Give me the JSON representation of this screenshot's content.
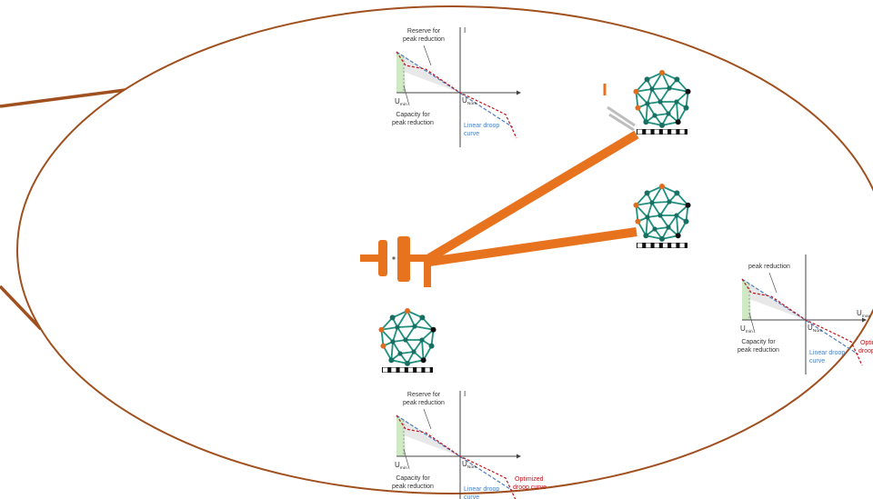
{
  "colors": {
    "ellipse_stroke": "#a0501e",
    "orange": "#e8731f",
    "teal": "#1f8f7e",
    "node_teal": "#1a6f63",
    "node_black": "#111111",
    "node_orange": "#e36c1c",
    "linear_blue": "#4a7fc1",
    "optimized_red": "#c0141c",
    "reserve_fill": "#e8e8e8",
    "capacity_fill": "#cfe9c5"
  },
  "icons": {
    "microgrid": "microgrid-network-icon",
    "substation": "substation-icon"
  },
  "panels": [
    {
      "reserve_label_1": "Reserve for",
      "reserve_label_2": "peak reduction",
      "axis_i": "I",
      "umin_base": "U",
      "umin_sub": "min",
      "unom_base": "U",
      "unom_sub": "Nom",
      "umax_base": "",
      "umax_sub": "",
      "capacity_label_1": "Capacity for",
      "capacity_label_2": "peak reduction",
      "linear_label_1": "Linear droop",
      "linear_label_2": "curve",
      "optimized_label_1": "",
      "optimized_label_2": ""
    },
    {
      "reserve_label_1": "Reserve for",
      "reserve_label_2": "peak reduction",
      "axis_i": "I",
      "umin_base": "U",
      "umin_sub": "min",
      "unom_base": "U",
      "unom_sub": "Nom",
      "umax_base": "",
      "umax_sub": "",
      "capacity_label_1": "Capacity for",
      "capacity_label_2": "peak reduction",
      "linear_label_1": "Linear droop",
      "linear_label_2": "curve",
      "optimized_label_1": "Optimized",
      "optimized_label_2": "droop curve"
    },
    {
      "reserve_label_1": "",
      "reserve_label_2": "peak reduction",
      "axis_i": "",
      "umin_base": "U",
      "umin_sub": "min",
      "unom_base": "U",
      "unom_sub": "Nom",
      "umax_base": "U",
      "umax_sub": "max",
      "capacity_label_1": "Capacity for",
      "capacity_label_2": "peak reduction",
      "linear_label_1": "Linear droop",
      "linear_label_2": "curve",
      "optimized_label_1": "Optimiz",
      "optimized_label_2": "droop c"
    }
  ]
}
